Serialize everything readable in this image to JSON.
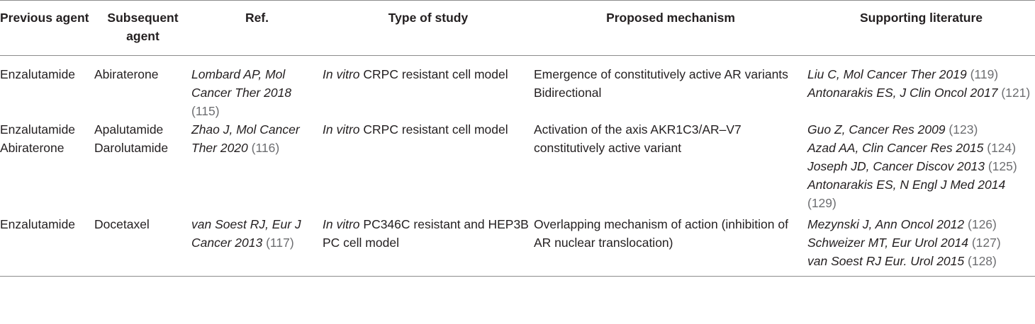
{
  "headers": {
    "previous": "Previous agent",
    "subsequent": "Subsequent agent",
    "ref": "Ref.",
    "study": "Type of study",
    "mechanism": "Proposed mechanism",
    "literature": "Supporting literature"
  },
  "rows": [
    {
      "previous": [
        "Enzalutamide"
      ],
      "subsequent": [
        "Abiraterone"
      ],
      "ref_text": "Lombard AP, Mol Cancer Ther 2018",
      "ref_num": "(115)",
      "study_italic": "In vitro",
      "study_rest": " CRPC resistant cell model",
      "mechanism": [
        "Emergence of constitutively active AR variants",
        "Bidirectional"
      ],
      "literature": [
        {
          "text": "Liu C, Mol Cancer Ther 2019",
          "num": "(119)"
        },
        {
          "text": "Antonarakis ES, J Clin Oncol 2017",
          "num": "(121)"
        }
      ]
    },
    {
      "previous": [
        "Enzalutamide",
        "Abiraterone"
      ],
      "subsequent": [
        "Apalutamide",
        "Darolutamide"
      ],
      "ref_text": "Zhao J, Mol Cancer Ther 2020",
      "ref_num": "(116)",
      "study_italic": "In vitro",
      "study_rest": " CRPC resistant cell model",
      "mechanism": [
        "Activation of the axis AKR1C3/AR–V7 constitutively active variant"
      ],
      "literature": [
        {
          "text": "Guo Z, Cancer Res 2009",
          "num": "(123)"
        },
        {
          "text": "Azad AA, Clin Cancer Res 2015",
          "num": "(124)"
        },
        {
          "text": "Joseph JD, Cancer Discov 2013",
          "num": "(125)"
        },
        {
          "text": "Antonarakis ES, N Engl J Med 2014",
          "num": "(129)"
        }
      ]
    },
    {
      "previous": [
        "Enzalutamide"
      ],
      "subsequent": [
        "Docetaxel"
      ],
      "ref_text": "van Soest RJ, Eur J Cancer 2013",
      "ref_num": "(117)",
      "study_italic": "In vitro",
      "study_rest": " PC346C resistant and HEP3B PC cell model",
      "mechanism": [
        "Overlapping mechanism of action (inhibition of AR nuclear translocation)"
      ],
      "literature": [
        {
          "text": "Mezynski J, Ann Oncol 2012",
          "num": "(126)"
        },
        {
          "text": "Schweizer MT, Eur Urol 2014",
          "num": "(127)"
        },
        {
          "text": "van Soest RJ Eur. Urol 2015",
          "num": "(128)"
        }
      ]
    }
  ]
}
